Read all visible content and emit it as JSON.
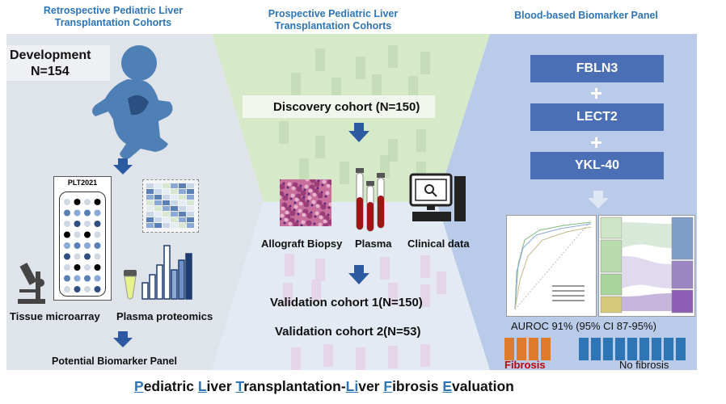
{
  "headers": {
    "retro": "Retrospective Pediatric Liver Transplantation Cohorts",
    "prosp": "Prospective Pediatric Liver Transplantation Cohorts",
    "panel": "Blood-based Biomarker Panel"
  },
  "left": {
    "development": "Development",
    "n": "N=154",
    "plt": "PLT2021",
    "tissue": "Tissue microarray",
    "plasma_proteomics": "Plasma proteomics",
    "potential": "Potential Biomarker Panel"
  },
  "middle": {
    "discovery": "Discovery cohort (N=150)",
    "allograft": "Allograft Biopsy",
    "plasma": "Plasma",
    "clinical": "Clinical data",
    "validation1": "Validation cohort 1(N=150)",
    "validation2": "Validation cohort 2(N=53)"
  },
  "right": {
    "markers": [
      "FBLN3",
      "LECT2",
      "YKL-40"
    ],
    "auroc": "AUROC 91%  (95% CI 87-95%)",
    "fibrosis": "Fibrosis",
    "no_fibrosis": "No fibrosis"
  },
  "title_parts": [
    {
      "t": "P",
      "u": true
    },
    {
      "t": "ediatric ",
      "u": false
    },
    {
      "t": "L",
      "u": true
    },
    {
      "t": "iver ",
      "u": false
    },
    {
      "t": "T",
      "u": true
    },
    {
      "t": "ransplantation-",
      "u": false
    },
    {
      "t": "Li",
      "u": true
    },
    {
      "t": "ver ",
      "u": false
    },
    {
      "t": "F",
      "u": true
    },
    {
      "t": "ibrosis ",
      "u": false
    },
    {
      "t": "E",
      "u": true
    },
    {
      "t": "valuation",
      "u": false
    }
  ],
  "colors": {
    "left_bg": "#dfe3ea",
    "mid_top": "#d6e9c8",
    "mid_bottom": "#e4eaf3",
    "right_bg": "#b9cbe8",
    "marker": "#4a6fb5",
    "fibrosis": "#e07b2c",
    "no_fibrosis": "#2e75b6",
    "title_accent": "#2e75b6"
  },
  "counts": {
    "fibrosis_icons": 4,
    "no_fibrosis_icons": 9
  }
}
